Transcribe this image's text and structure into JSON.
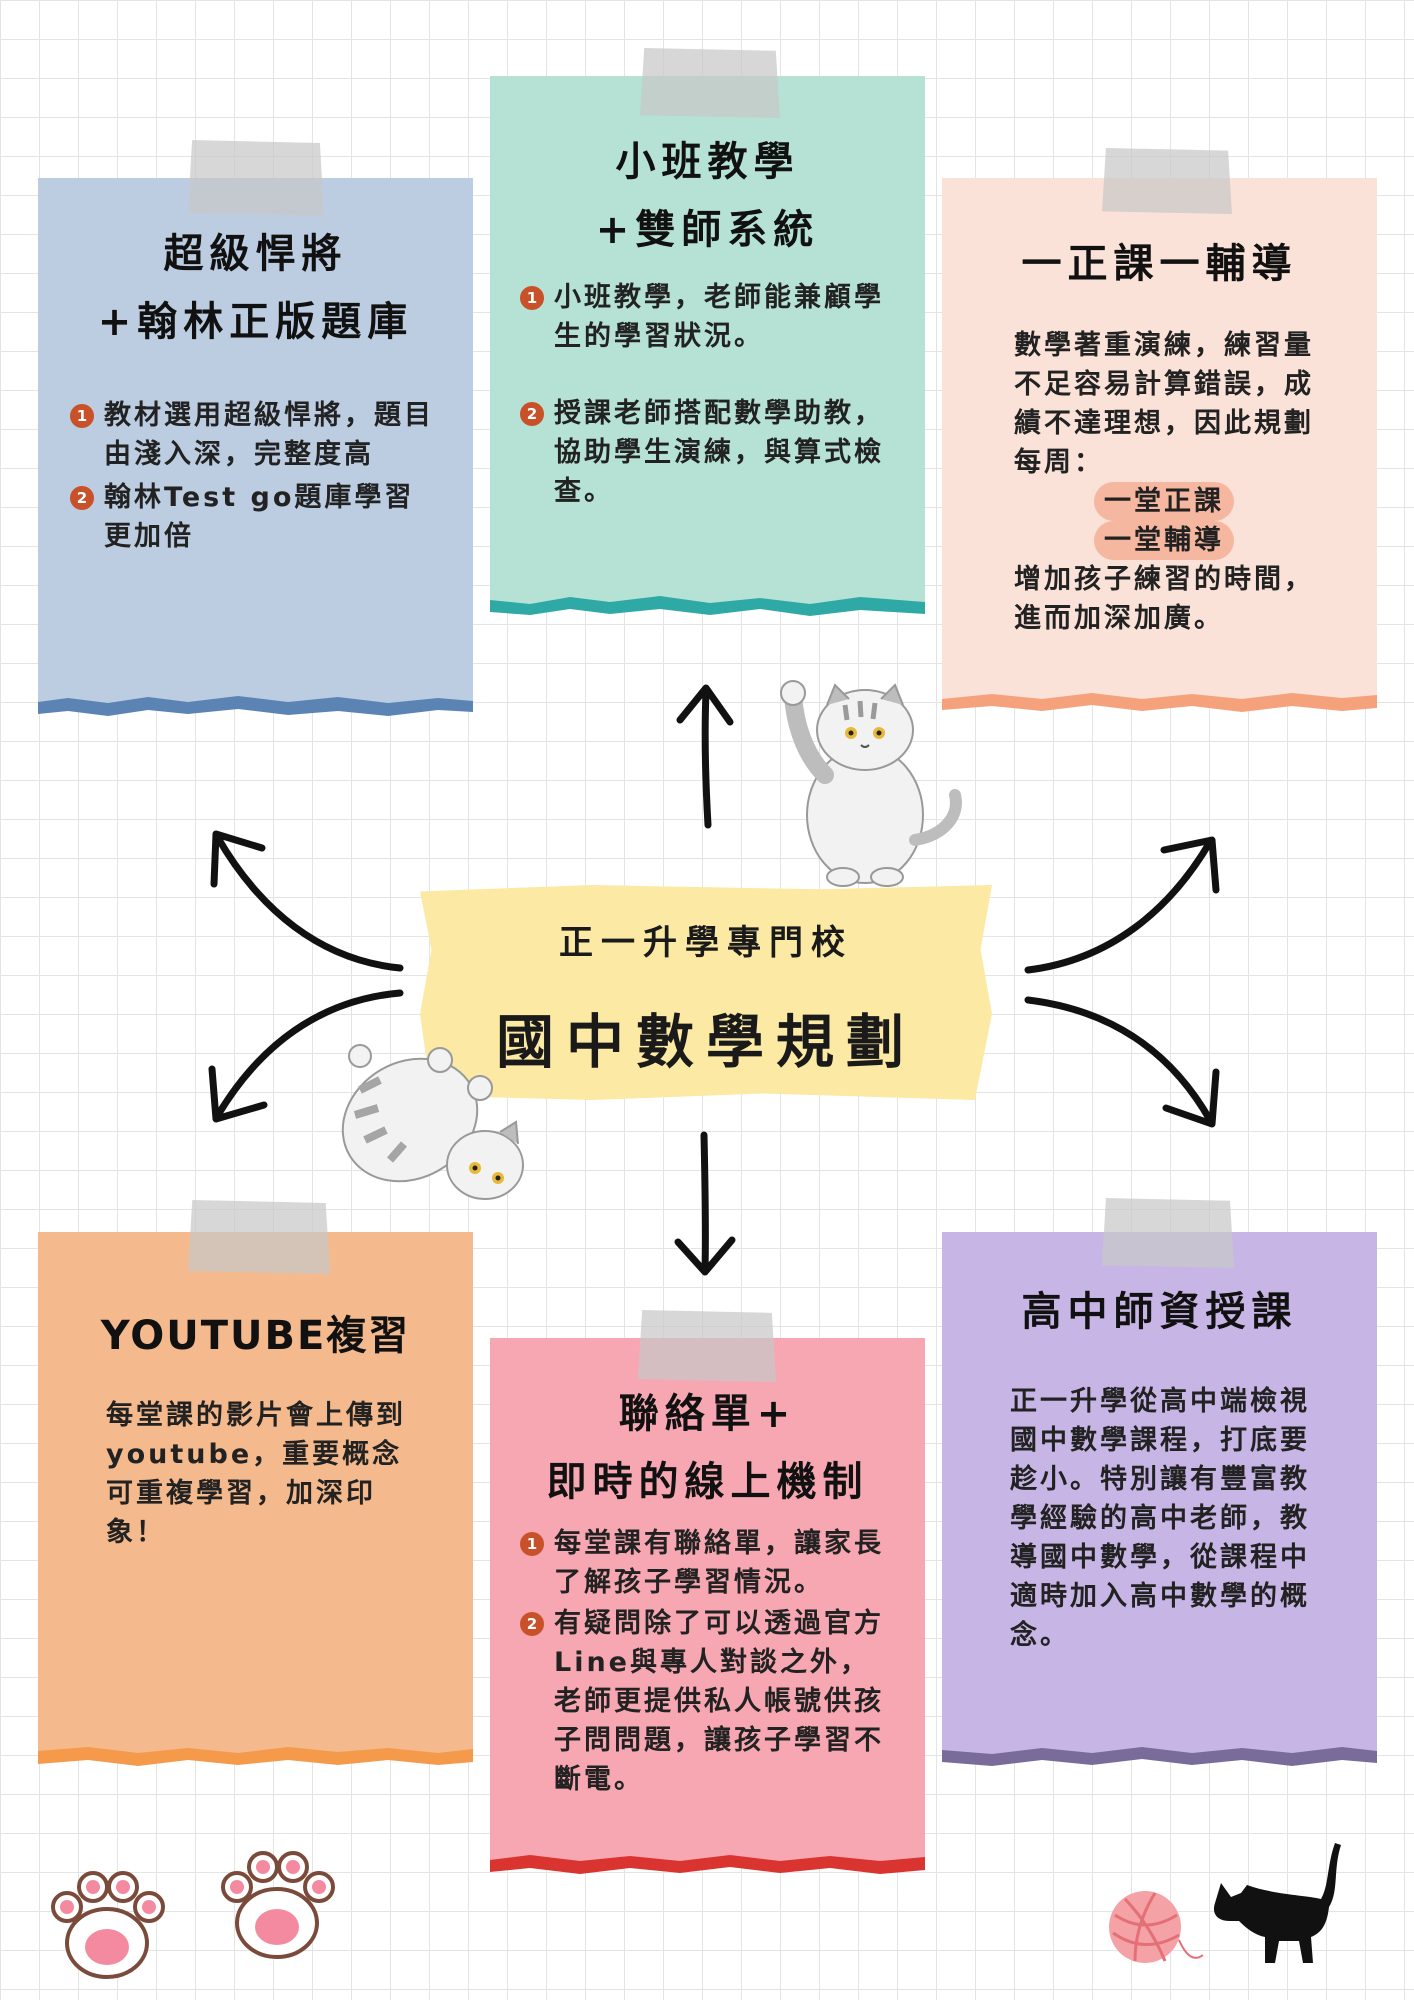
{
  "center": {
    "subtitle": "正一升學專門校",
    "title": "國中數學規劃"
  },
  "cards": {
    "top_left": {
      "title_line1": "超級悍將",
      "title_line2": "+翰林正版題庫",
      "items": [
        {
          "num": "1",
          "text": "教材選用超級悍將，題目由淺入深，完整度高"
        },
        {
          "num": "2",
          "text": "翰林Test go題庫學習更加倍"
        }
      ]
    },
    "top_center": {
      "title_line1": "小班教學",
      "title_line2": "+雙師系統",
      "items": [
        {
          "num": "1",
          "text": "小班教學，老師能兼顧學生的學習狀況。"
        },
        {
          "num": "2",
          "text": "授課老師搭配數學助教，協助學生演練，與算式檢查。"
        }
      ]
    },
    "top_right": {
      "title": "一正課一輔導",
      "para1": "數學著重演練，練習量不足容易計算錯誤，成績不達理想，因此規劃每周：",
      "highlight1": "一堂正課",
      "highlight2": "一堂輔導",
      "para2": "增加孩子練習的時間，進而加深加廣。"
    },
    "bottom_left": {
      "title": "YOUTUBE複習",
      "text": "每堂課的影片會上傳到youtube，重要概念可重複學習，加深印象！"
    },
    "bottom_center": {
      "title_line1": "聯絡單+",
      "title_line2": "即時的線上機制",
      "items": [
        {
          "num": "1",
          "text": "每堂課有聯絡單，讓家長了解孩子學習情況。"
        },
        {
          "num": "2",
          "text": "有疑問除了可以透過官方Line與專人對談之外，老師更提供私人帳號供孩子問問題，讓孩子學習不斷電。"
        }
      ]
    },
    "bottom_right": {
      "title": "高中師資授課",
      "text": "正一升學從高中端檢視國中數學課程，打底要趁小。特別讓有豐富教學經驗的高中老師，教導國中數學，從課程中適時加入高中數學的概念。"
    }
  },
  "colors": {
    "blue": "#bccde1",
    "mint": "#b5e2d4",
    "peach": "#fae2d8",
    "orange": "#f4b98d",
    "pink": "#f7a7b1",
    "lavender": "#c7b6e5",
    "yellow": "#fbe9a4"
  },
  "icons": [
    "cat-waving-icon",
    "cat-rolling-icon",
    "paw-print-icon",
    "black-cat-icon",
    "yarn-ball-icon"
  ]
}
